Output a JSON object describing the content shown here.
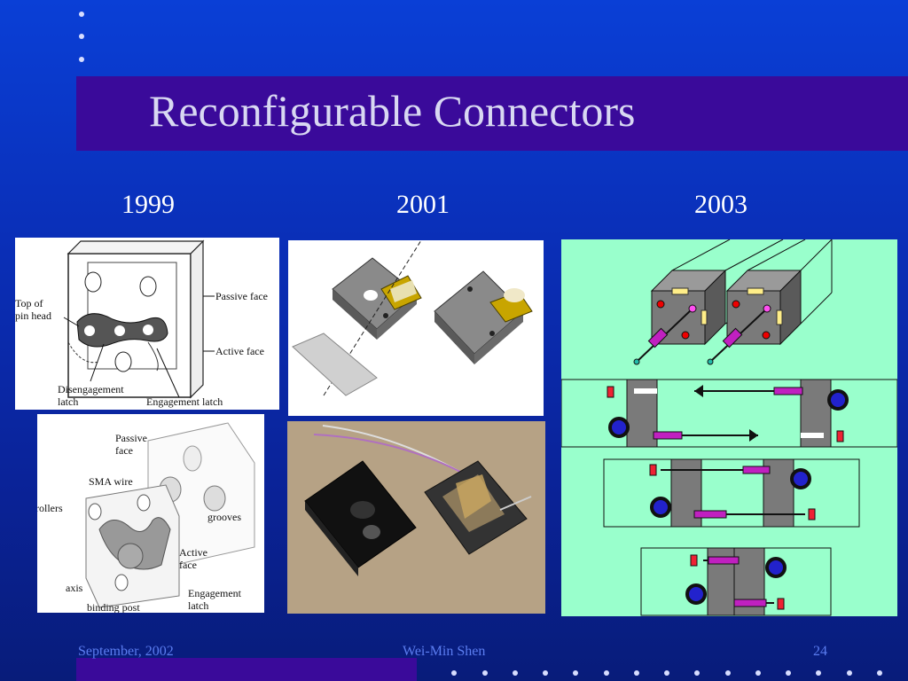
{
  "slide": {
    "title": "Reconfigurable Connectors",
    "years": [
      "1999",
      "2001",
      "2003"
    ]
  },
  "diagram_1999_top": {
    "labels": {
      "top_of_pin_head_1": "Top of",
      "top_of_pin_head_2": "pin head",
      "passive_face": "Passive face",
      "active_face": "Active face",
      "disengagement_1": "Disengagement",
      "disengagement_2": "latch",
      "engagement_latch": "Engagement latch"
    }
  },
  "diagram_1999_bottom": {
    "labels": {
      "passive_1": "Passive",
      "passive_2": "face",
      "sma_wire": "SMA wire",
      "rollers": "rollers",
      "grooves": "grooves",
      "active_1": "Active",
      "active_2": "face",
      "axis": "axis",
      "binding_post": "binding post",
      "engagement_1": "Engagement",
      "engagement_2": "latch"
    }
  },
  "footer": {
    "date": "September, 2002",
    "author": "Wei-Min Shen",
    "page": "24"
  },
  "colors": {
    "title_bar": "#3a0a9a",
    "background": "#0a2fb8",
    "green_panel": "#99ffcc"
  }
}
